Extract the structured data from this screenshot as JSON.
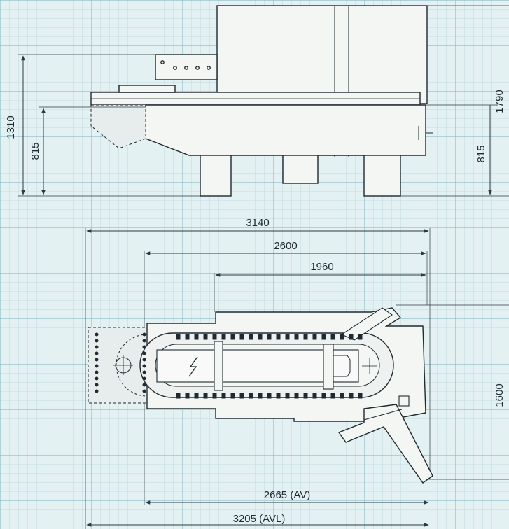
{
  "drawing": {
    "colors": {
      "paper": "#e4f1f3",
      "grid_minor": "#b7d5dc",
      "grid_major": "#8fbcc7",
      "machine_fill": "#f4f6f4",
      "shadow_fill": "#e7ecec",
      "ink": "#1e2a30",
      "dim_line": "#2b3a40"
    },
    "side_view": {
      "dim_overall_height_left": "1310",
      "dim_table_height_left": "815",
      "dim_overall_height_right": "1790",
      "dim_table_height_right": "815"
    },
    "top_view": {
      "dim_overall_length": "3140",
      "dim_length_2600": "2600",
      "dim_length_1960": "1960",
      "dim_width": "1600",
      "dim_length_av": "2665 (AV)",
      "dim_length_avl": "3205 (AVL)"
    }
  }
}
